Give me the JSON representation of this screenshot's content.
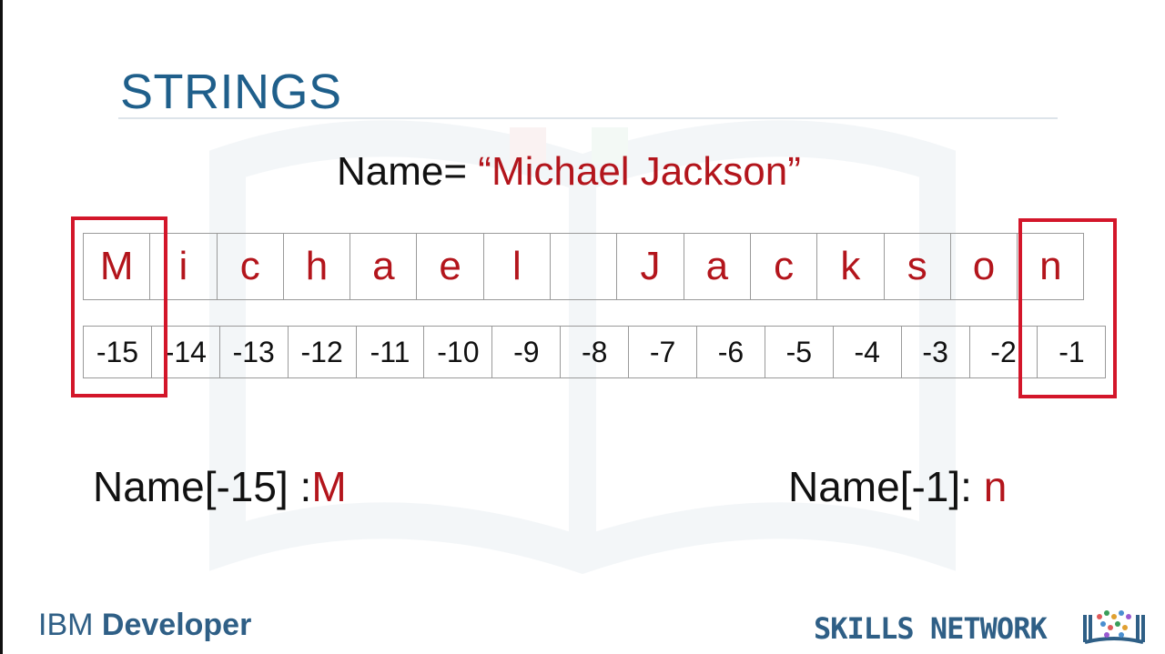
{
  "slide": {
    "title": "STRINGS",
    "assignment_prefix": "Name= ",
    "assignment_value": "“Michael Jackson”",
    "characters": [
      "M",
      "i",
      "c",
      "h",
      "a",
      "e",
      "l",
      " ",
      "J",
      "a",
      "c",
      "k",
      "s",
      "o",
      "n"
    ],
    "negative_indices": [
      "-15",
      "-14",
      "-13",
      "-12",
      "-11",
      "-10",
      "-9",
      "-8",
      "-7",
      "-6",
      "-5",
      "-4",
      "-3",
      "-2",
      "-1"
    ],
    "highlighted": [
      "M",
      "n"
    ],
    "result_left_expr": "Name[-15] :",
    "result_left_value": "M",
    "result_right_expr": "Name[-1]: ",
    "result_right_value": "n"
  },
  "footer": {
    "left_brand": "IBM",
    "left_product": "Developer",
    "right_brand": "SKILLS NETWORK",
    "logo_icon": "skills-network-book-icon"
  },
  "colors": {
    "title": "#1f5f8b",
    "value_red": "#b3151c",
    "highlight_border": "#d3162a",
    "footer_blue": "#2f5f86"
  }
}
